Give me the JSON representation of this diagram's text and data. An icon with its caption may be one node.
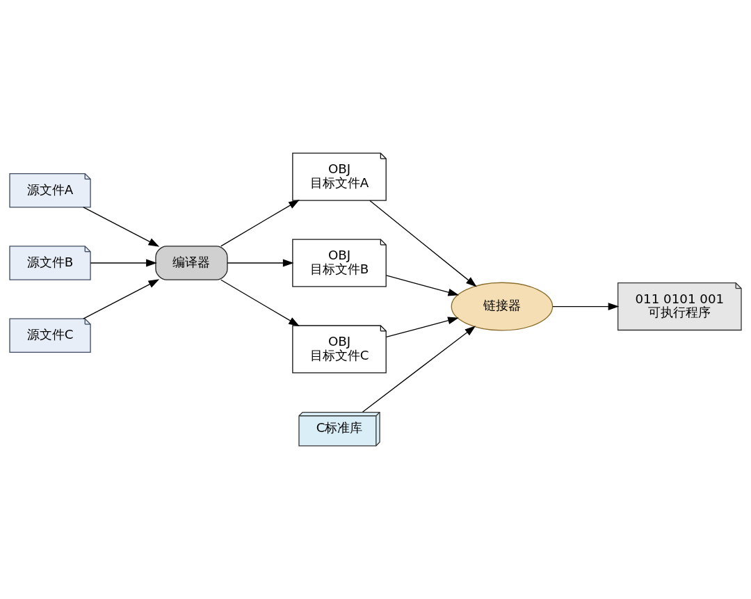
{
  "diagram": {
    "nodes": [
      {
        "text": [
          "源文件A"
        ]
      },
      {
        "text": [
          "源文件B"
        ]
      },
      {
        "text": [
          "源文件C"
        ]
      },
      {
        "text": [
          "编译器"
        ]
      },
      {
        "text": [
          "OBJ",
          "目标文件A"
        ]
      },
      {
        "text": [
          "OBJ",
          "目标文件B"
        ]
      },
      {
        "text": [
          "OBJ",
          "目标文件C"
        ]
      },
      {
        "text": [
          "C标准库"
        ]
      },
      {
        "text": [
          "链接器"
        ]
      },
      {
        "text": [
          "011 0101 001",
          "可执行程序"
        ]
      }
    ],
    "edges": [
      {
        "from": 0,
        "to": 3,
        "arrow": "to"
      },
      {
        "from": 1,
        "to": 3,
        "arrow": "to"
      },
      {
        "from": 2,
        "to": 3,
        "arrow": "to"
      },
      {
        "from": 3,
        "to": 4,
        "arrow": "to"
      },
      {
        "from": 3,
        "to": 5,
        "arrow": "to"
      },
      {
        "from": 3,
        "to": 6,
        "arrow": "to"
      },
      {
        "from": 4,
        "to": 8,
        "arrow": "to"
      },
      {
        "from": 5,
        "to": 8,
        "arrow": "to"
      },
      {
        "from": 6,
        "to": 8,
        "arrow": "to"
      },
      {
        "from": 7,
        "to": 8,
        "arrow": "to"
      },
      {
        "from": 8,
        "to": 9,
        "arrow": "to"
      }
    ]
  }
}
